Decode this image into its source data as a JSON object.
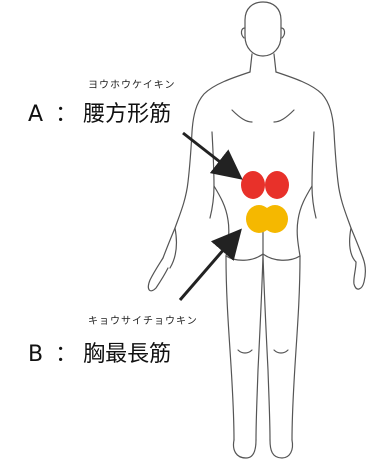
{
  "labels": {
    "a": {
      "reading": "ヨウホウケイキン",
      "letter": "A",
      "separator": "：",
      "name": "腰方形筋",
      "marker_color": "#e8312a"
    },
    "b": {
      "reading": "キョウサイチョウキン",
      "letter": "B",
      "separator": "：",
      "name": "胸最長筋",
      "marker_color": "#f5b800"
    }
  },
  "colors": {
    "outline": "#555555",
    "arrow": "#222222",
    "text": "#111111"
  }
}
